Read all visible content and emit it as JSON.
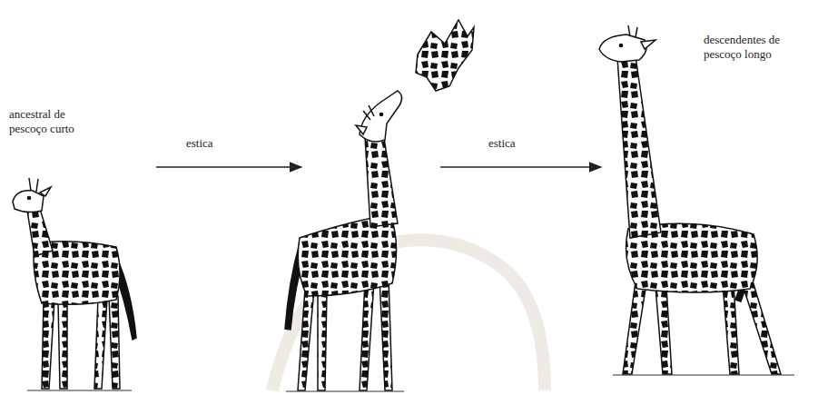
{
  "diagram": {
    "labels": [
      "ancestral de pescoço curto",
      "estica",
      "estica",
      "descendentes de pescoço longo"
    ]
  }
}
